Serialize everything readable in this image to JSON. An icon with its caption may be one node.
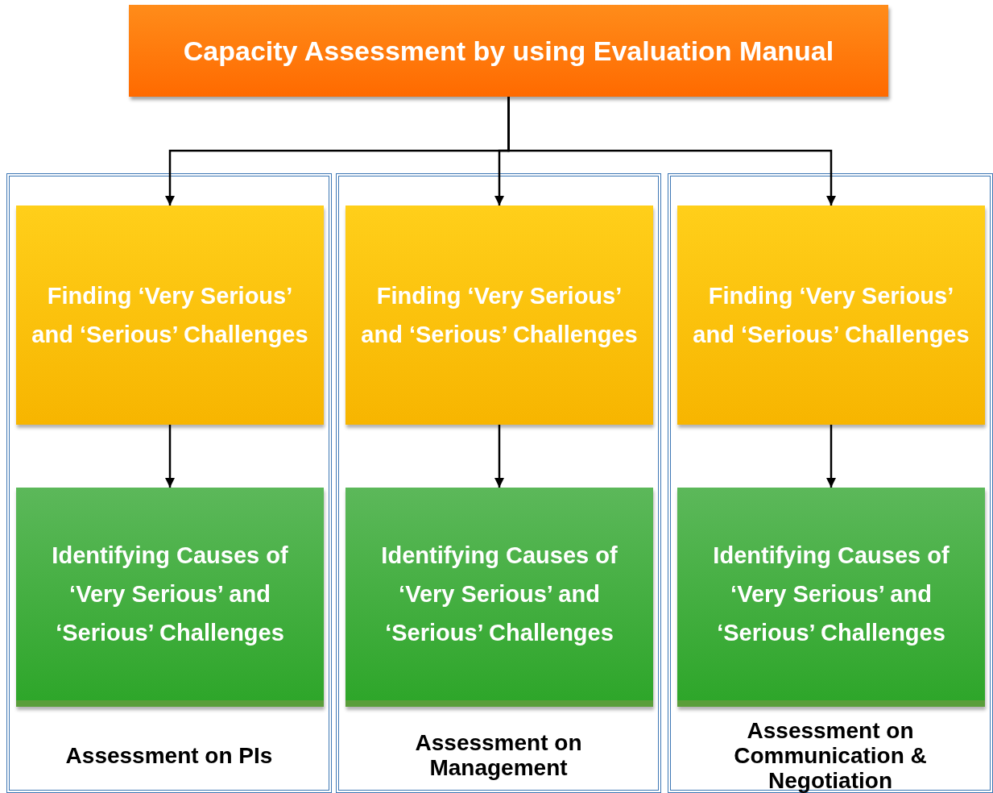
{
  "diagram": {
    "nodes": [
      {
        "text": [
          "Capacity Assessment by using Evaluation Manual"
        ]
      },
      {
        "text": [
          "Assessment on PIs"
        ]
      },
      {
        "text": [
          "Finding ‘Very Serious’ and ‘Serious’ Challenges"
        ],
        "in": 1
      },
      {
        "text": [
          "Identifying Causes of ‘Very Serious’ and ‘Serious’ Challenges"
        ],
        "in": 1
      },
      {
        "text": [
          "Assessment on Management"
        ]
      },
      {
        "text": [
          "Finding ‘Very Serious’ and ‘Serious’ Challenges"
        ],
        "in": 4
      },
      {
        "text": [
          "Identifying Causes of ‘Very Serious’ and ‘Serious’ Challenges"
        ],
        "in": 4
      },
      {
        "text": [
          "Assessment on Communication & Negotiation"
        ]
      },
      {
        "text": [
          "Finding ‘Very Serious’ and ‘Serious’ Challenges"
        ],
        "in": 7
      },
      {
        "text": [
          "Identifying Causes of ‘Very Serious’ and ‘Serious’ Challenges"
        ],
        "in": 7
      }
    ],
    "edges": [
      {
        "from": 0,
        "to": 2,
        "arrow": "to"
      },
      {
        "from": 0,
        "to": 5,
        "arrow": "to"
      },
      {
        "from": 0,
        "to": 8,
        "arrow": "to"
      },
      {
        "from": 2,
        "to": 3,
        "arrow": "to"
      },
      {
        "from": 5,
        "to": 6,
        "arrow": "to"
      },
      {
        "from": 8,
        "to": 9,
        "arrow": "to"
      }
    ]
  }
}
